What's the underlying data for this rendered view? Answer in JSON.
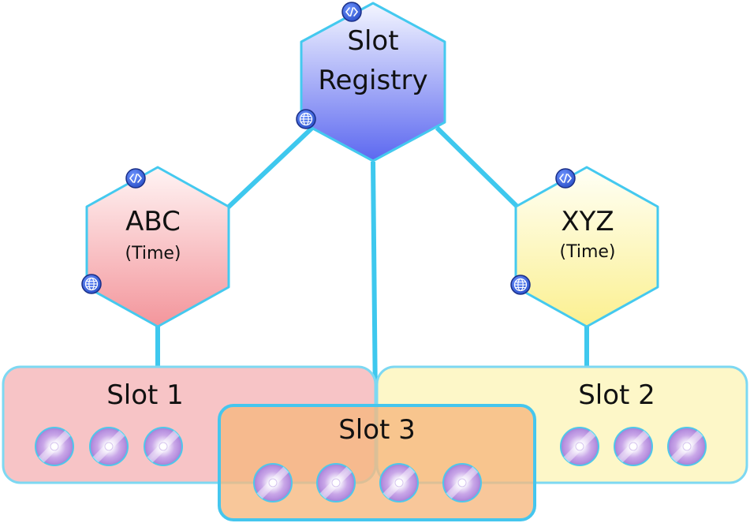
{
  "nodes": {
    "registry": {
      "line1": "Slot",
      "line2": "Registry"
    },
    "abc": {
      "title": "ABC",
      "subtitle": "(Time)"
    },
    "xyz": {
      "title": "XYZ",
      "subtitle": "(Time)"
    }
  },
  "slots": {
    "slot1": {
      "label": "Slot 1",
      "disc_count": 3
    },
    "slot2": {
      "label": "Slot 2",
      "disc_count": 3
    },
    "slot3": {
      "label": "Slot 3",
      "disc_count": 4
    }
  },
  "icons": {
    "code": "code-badge-icon",
    "globe": "globe-icon",
    "disc": "disc-icon"
  },
  "colors": {
    "connector": "#3ec8ee",
    "hex_border": "#44c9ef",
    "registry_top": "#f4f6ff",
    "registry_bottom": "#5c68f0",
    "abc_top": "#fff4f4",
    "abc_bottom": "#f3959b",
    "xyz_top": "#fffff6",
    "xyz_bottom": "#fbf090",
    "slot1_fill": "#f7c4c6",
    "slot2_fill": "#fdf7c8",
    "slot3_fill": "#f8c79a",
    "badge": "#2f5fe0"
  }
}
